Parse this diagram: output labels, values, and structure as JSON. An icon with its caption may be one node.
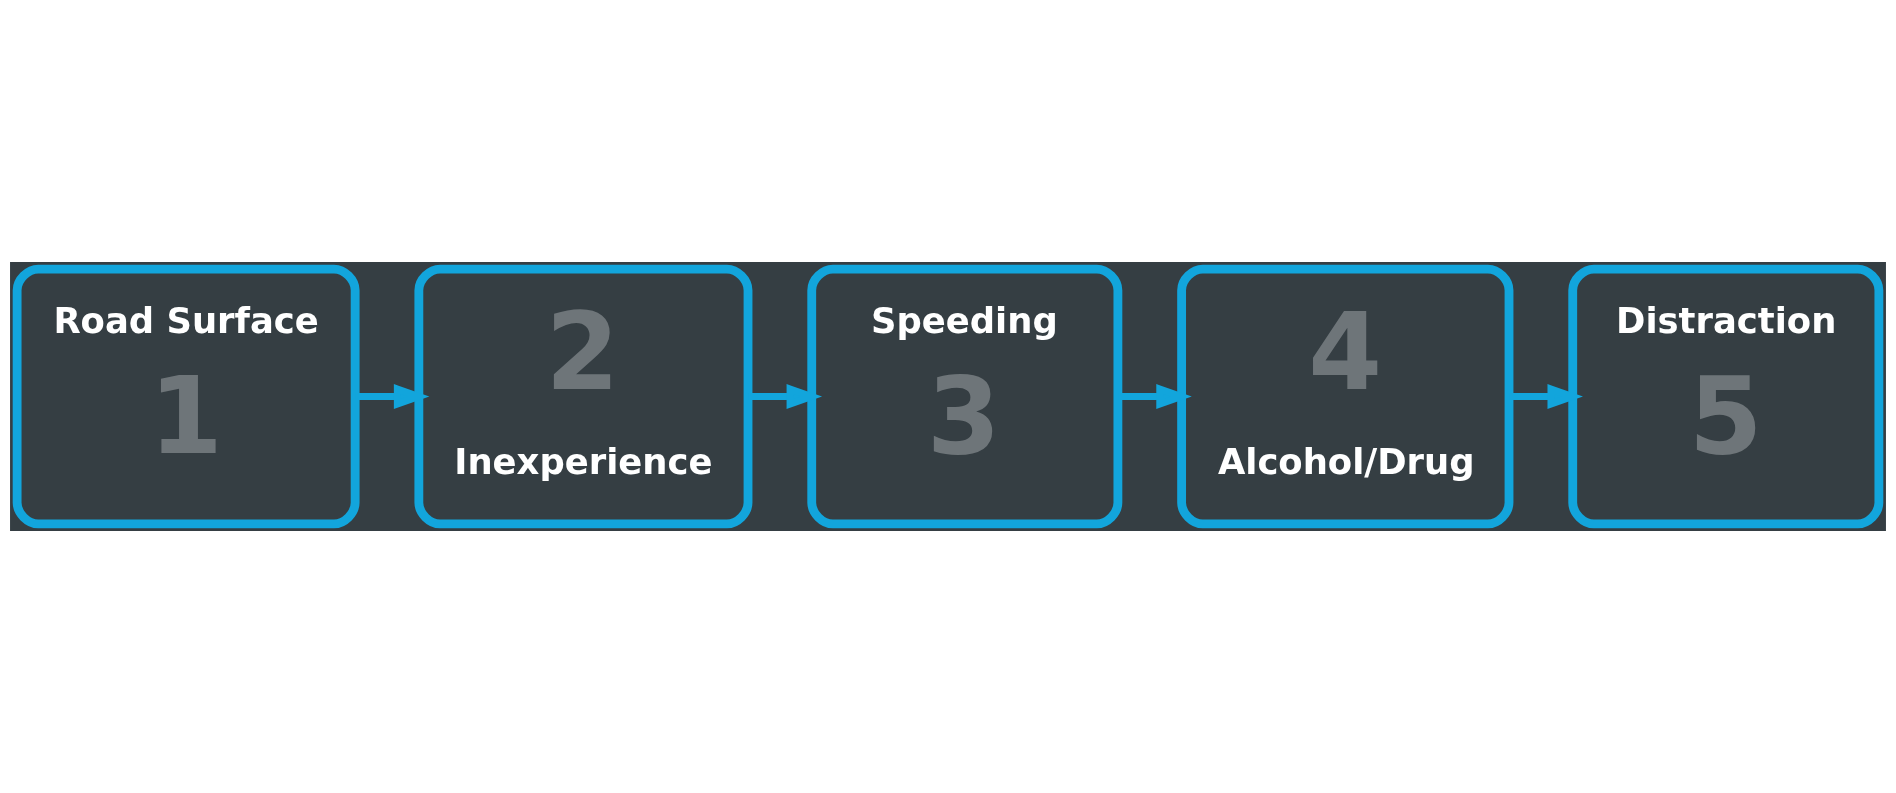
{
  "diagram": {
    "nodes": [
      {
        "text": [
          "Road Surface",
          "1"
        ]
      },
      {
        "text": [
          "2",
          "Inexperience"
        ]
      },
      {
        "text": [
          "Speeding",
          "3"
        ]
      },
      {
        "text": [
          "4",
          "Alcohol/Drug"
        ]
      },
      {
        "text": [
          "Distraction",
          "5"
        ]
      }
    ],
    "edges": [
      {
        "from": 0,
        "to": 1,
        "arrow": "to"
      },
      {
        "from": 1,
        "to": 2,
        "arrow": "to"
      },
      {
        "from": 2,
        "to": 3,
        "arrow": "to"
      },
      {
        "from": 3,
        "to": 4,
        "arrow": "to"
      }
    ]
  }
}
